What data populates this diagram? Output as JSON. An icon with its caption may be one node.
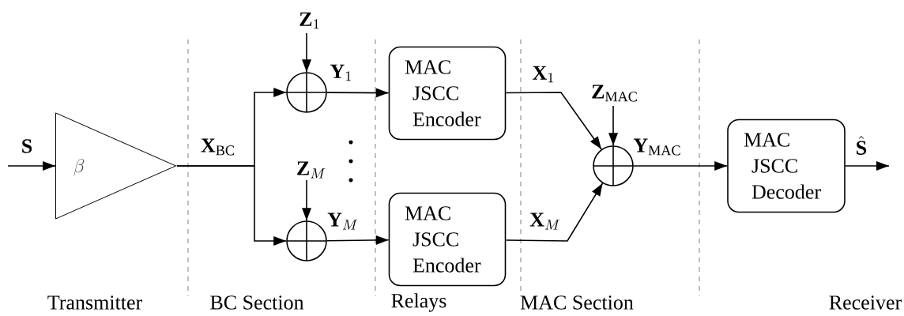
{
  "diagram": {
    "nodes": [
      {
        "text": [
          "\\beta"
        ]
      },
      {
        "text": [],
        "shape": "circle",
        "beside": [
          "\\mathbf{Y}_1"
        ]
      },
      {
        "text": [],
        "shape": "circle",
        "beside": [
          "\\mathbf{Y}_{M}"
        ]
      },
      {
        "text": [
          "MAC JSCC Encoder"
        ]
      },
      {
        "text": [
          "MAC JSCC Encoder"
        ]
      },
      {
        "text": [],
        "shape": "circle",
        "beside": [
          "\\mathbf{Y}_{\\mathrm{MAC}}"
        ]
      },
      {
        "text": [
          "MAC JSCC Decoder"
        ]
      }
    ],
    "edges": [
      {
        "from": null,
        "to": 0,
        "arrow": "to",
        "label": "\\mathbf{S}"
      },
      {
        "from": 0,
        "to": 1,
        "arrow": "to",
        "label": "\\mathbf{X}_{\\mathrm{BC}}"
      },
      {
        "from": 0,
        "to": 2,
        "arrow": "to"
      },
      {
        "from": null,
        "to": 1,
        "arrow": "to",
        "label": "\\mathbf{Z}_1"
      },
      {
        "from": null,
        "to": 2,
        "arrow": "to",
        "label": "\\mathbf{Z}_{M}"
      },
      {
        "from": 1,
        "to": 3,
        "arrow": "to"
      },
      {
        "from": 2,
        "to": 4,
        "arrow": "to"
      },
      {
        "from": 3,
        "to": 5,
        "arrow": "to",
        "label": "\\mathbf{X}_1"
      },
      {
        "from": 4,
        "to": 5,
        "arrow": "to",
        "label": "\\mathbf{X}_{M}"
      },
      {
        "from": null,
        "to": 5,
        "arrow": "to",
        "label": "\\mathbf{Z}_{\\mathrm{MAC}}"
      },
      {
        "from": 5,
        "to": 6,
        "arrow": "to"
      },
      {
        "from": 6,
        "to": null,
        "arrow": "to",
        "label": "\\hat{\\mathbf{S}}"
      }
    ],
    "labels": [
      "Transmitter",
      "BC Section",
      "Relays",
      "MAC Section",
      "Receiver"
    ]
  }
}
